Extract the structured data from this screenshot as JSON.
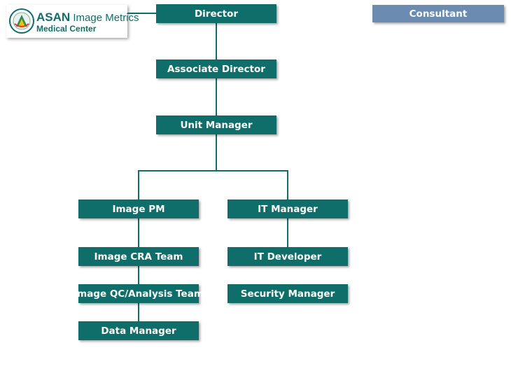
{
  "logo": {
    "brand": "ASAN",
    "product": "Image Metrics",
    "subtitle": "Medical Center"
  },
  "nodes": {
    "director": "Director",
    "consultant": "Consultant",
    "associate_director": "Associate Director",
    "unit_manager": "Unit Manager",
    "image_pm": "Image PM",
    "it_manager": "IT Manager",
    "image_cra_team": "Image CRA Team",
    "it_developer": "IT Developer",
    "image_qc_team": "Image QC/Analysis Team",
    "security_manager": "Security Manager",
    "data_manager": "Data Manager"
  },
  "colors": {
    "node": "#0f6e6a",
    "consultant": "#6b8bb0",
    "text": "#ffffff"
  }
}
